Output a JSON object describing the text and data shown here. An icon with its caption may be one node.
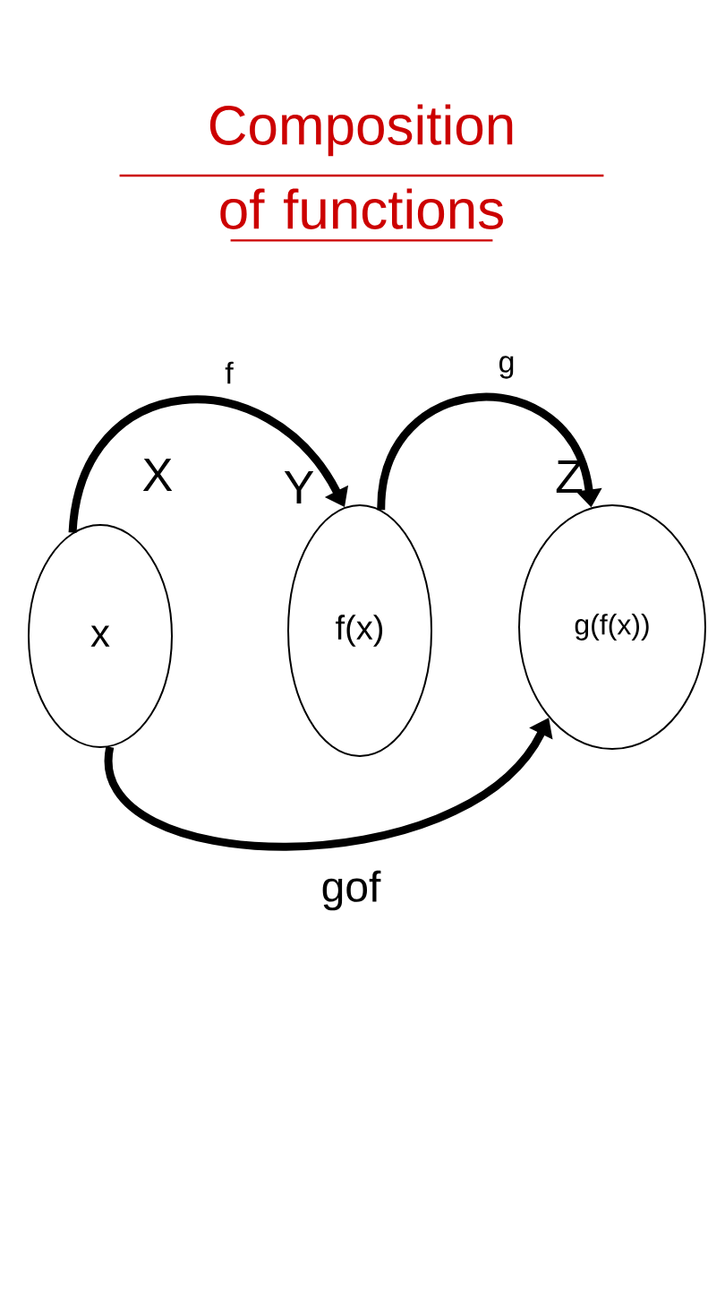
{
  "diagram": {
    "title": "Composition of functions",
    "nodes": [
      {
        "text": [
          "x"
        ],
        "beside": [
          "X"
        ]
      },
      {
        "text": [
          "f(x)"
        ],
        "beside": [
          "Y"
        ]
      },
      {
        "text": [
          "g(f(x))"
        ],
        "beside": [
          "Z"
        ]
      }
    ],
    "edges": [
      {
        "from": 0,
        "to": 1,
        "arrow": "to",
        "label": "f"
      },
      {
        "from": 1,
        "to": 2,
        "arrow": "to",
        "label": "g"
      },
      {
        "from": 0,
        "to": 2,
        "arrow": "to",
        "label": "gof"
      }
    ]
  }
}
